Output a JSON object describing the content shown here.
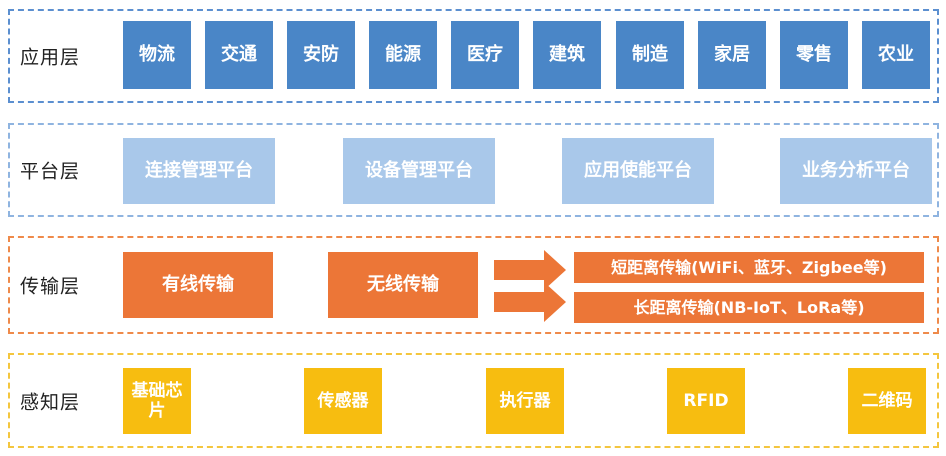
{
  "layers": {
    "application": {
      "label": "应用层",
      "items": [
        "物流",
        "交通",
        "安防",
        "能源",
        "医疗",
        "建筑",
        "制造",
        "家居",
        "零售",
        "农业"
      ]
    },
    "platform": {
      "label": "平台层",
      "items": [
        "连接管理平台",
        "设备管理平台",
        "应用使能平台",
        "业务分析平台"
      ]
    },
    "transport": {
      "label": "传输层",
      "wired": "有线传输",
      "wireless": "无线传输",
      "short_range": "短距离传输(WiFi、蓝牙、Zigbee等)",
      "long_range": "长距离传输(NB-IoT、LoRa等)"
    },
    "perception": {
      "label": "感知层",
      "items": [
        "基础芯片",
        "传感器",
        "执行器",
        "RFID",
        "二维码"
      ]
    }
  },
  "colors": {
    "application_box": "#4a86c7",
    "platform_box": "#a9c8ea",
    "transport_box": "#ec7637",
    "perception_box": "#f7bd10",
    "application_border": "#5b8fd0",
    "platform_border": "#8fb4e0",
    "transport_border": "#ef8a4a",
    "perception_border": "#f4c63e"
  }
}
